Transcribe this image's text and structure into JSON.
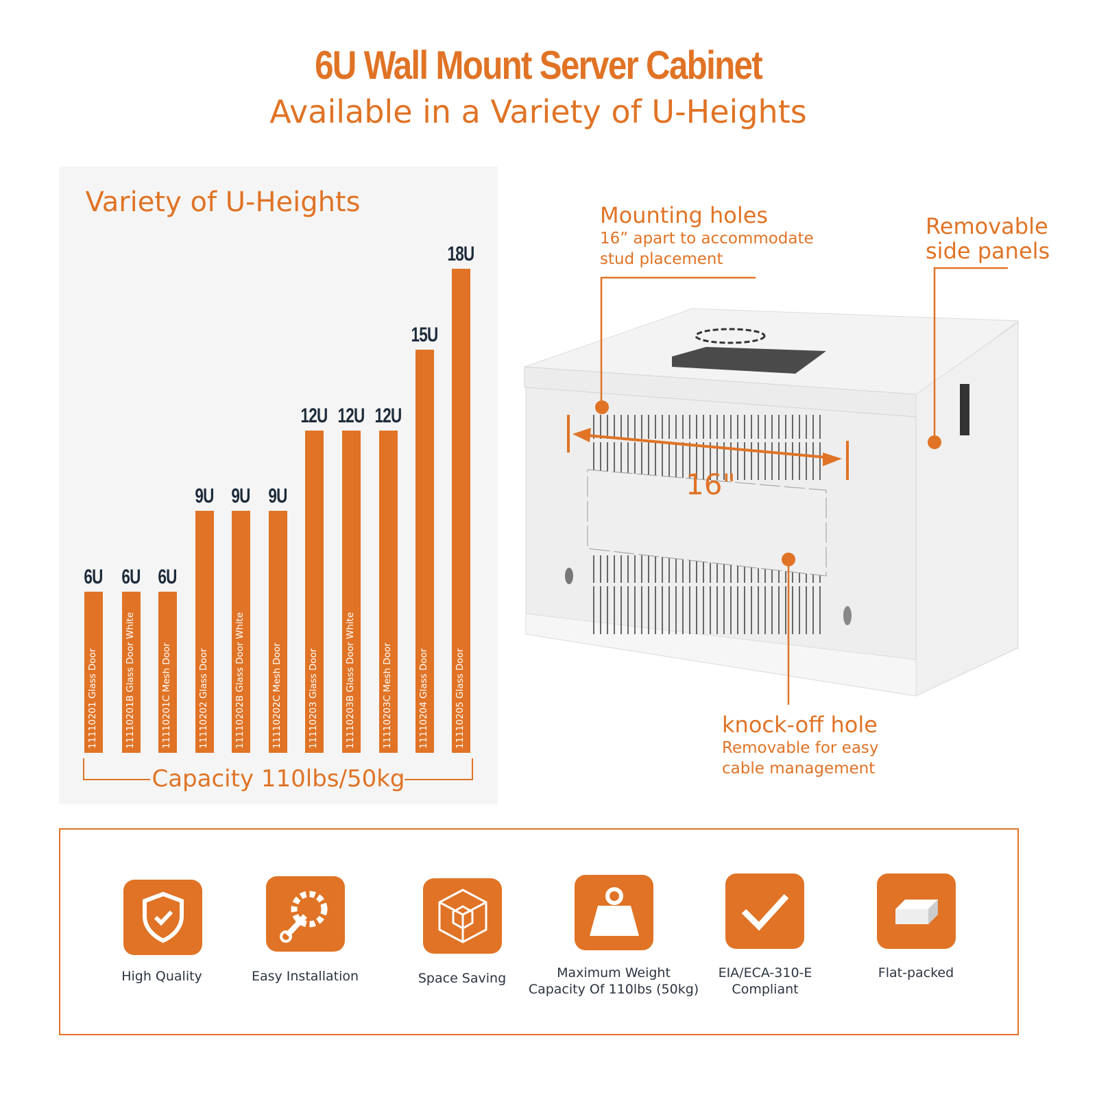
{
  "header": {
    "title": "6U Wall Mount Server Cabinet",
    "subtitle": "Available in a Variety of U-Heights"
  },
  "chart_data": {
    "type": "bar",
    "title": "Variety of U-Heights",
    "categories": [
      "11110201 Glass Door",
      "11110201B Glass Door White",
      "11110201C Mesh Door",
      "11110202 Glass Door",
      "11110202B Glass Door White",
      "11110202C Mesh Door",
      "11110203 Glass Door",
      "11110203B Glass Door White",
      "11110203C Mesh Door",
      "11110204 Glass Door",
      "11110205 Glass Door"
    ],
    "values": [
      6,
      6,
      6,
      9,
      9,
      9,
      12,
      12,
      12,
      15,
      18
    ],
    "value_labels": [
      "6U",
      "6U",
      "6U",
      "9U",
      "9U",
      "9U",
      "12U",
      "12U",
      "12U",
      "15U",
      "18U"
    ],
    "xlabel": "Capacity 110lbs/50kg",
    "ylabel": "",
    "ylim": [
      0,
      18
    ]
  },
  "callouts": {
    "mounting": {
      "title": "Mounting holes",
      "line1": "16” apart to accommodate",
      "line2": "stud placement"
    },
    "side": {
      "line1": "Removable",
      "line2": "side panels"
    },
    "knockoff": {
      "title": "knock-off hole",
      "line1": "Removable for easy",
      "line2": "cable management"
    },
    "dimension": "16\""
  },
  "features": [
    {
      "icon": "shield-check-icon",
      "line1": "High Quality",
      "line2": ""
    },
    {
      "icon": "wrench-gear-icon",
      "line1": "Easy Installation",
      "line2": ""
    },
    {
      "icon": "cube-icon",
      "line1": "Space Saving",
      "line2": ""
    },
    {
      "icon": "weight-icon",
      "line1": "Maximum Weight",
      "line2": "Capacity Of 110lbs (50kg)"
    },
    {
      "icon": "checkmark-icon",
      "line1": "EIA/ECA-310-E",
      "line2": "Compliant"
    },
    {
      "icon": "flat-box-icon",
      "line1": "Flat-packed",
      "line2": ""
    }
  ],
  "colors": {
    "accent": "#e07325",
    "dark": "#1d2b3a",
    "panel": "#f5f5f5"
  }
}
